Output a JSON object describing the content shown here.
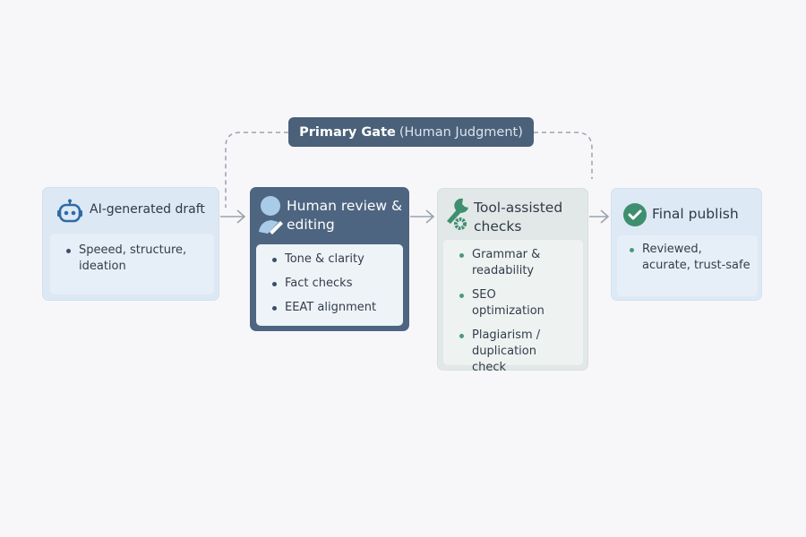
{
  "gate": {
    "title": "Primary Gate",
    "subtitle": "(Human Judgment)"
  },
  "steps": [
    {
      "title": "AI-generated draft",
      "icon": "robot-icon",
      "items": [
        "Speeed, structure, ideation"
      ]
    },
    {
      "title": "Human review & editing",
      "icon": "person-edit-icon",
      "items": [
        "Tone & clarity",
        "Fact checks",
        "EEAT alignment"
      ]
    },
    {
      "title": "Tool-assisted checks",
      "icon": "wrench-gear-icon",
      "items": [
        "Grammar & readability",
        "SEO optimization",
        "Plagiarism / duplication check"
      ]
    },
    {
      "title": "Final publish",
      "icon": "check-circle-icon",
      "items": [
        "Reviewed, acurate, trust-safe"
      ]
    }
  ],
  "colors": {
    "gate": "#4b6079",
    "dark_box": "#4d6580",
    "light_box": "#dce8f4",
    "tool_box": "#e4e9e8",
    "green": "#3e8f6f"
  }
}
